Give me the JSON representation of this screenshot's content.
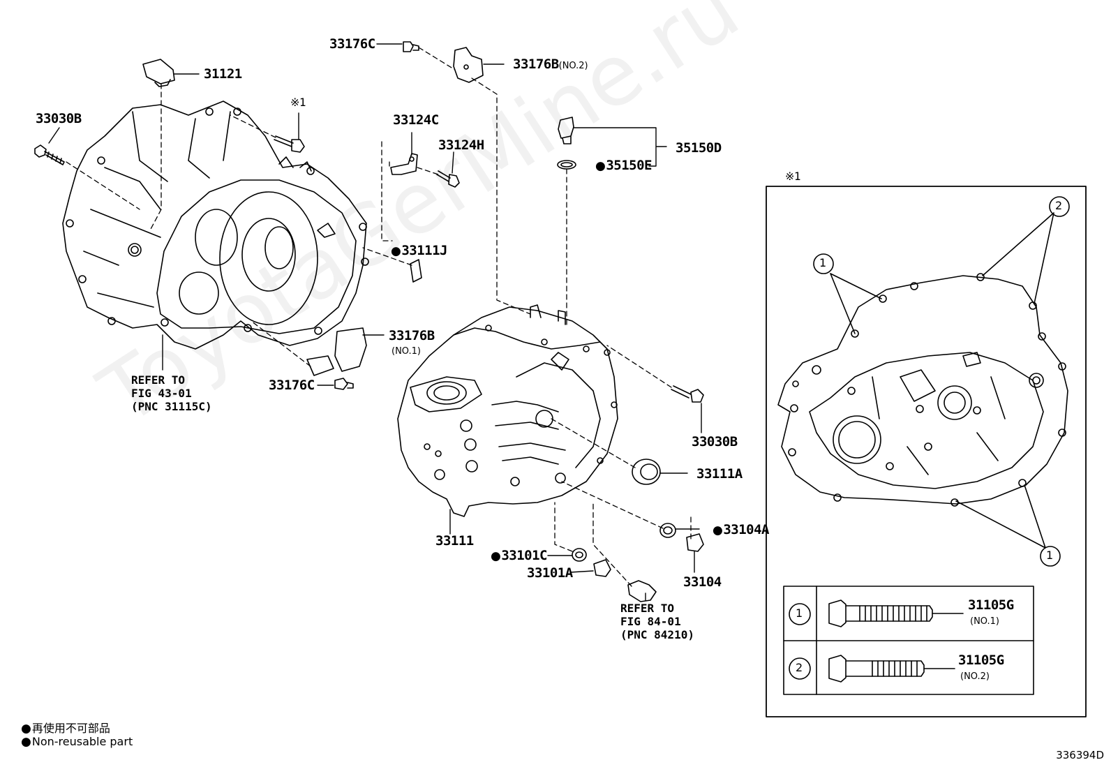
{
  "watermark": "ToyotaGerMine.ru",
  "doc_id": "336394D",
  "legend": {
    "jp": "再使用不可部品",
    "en": "Non-reusable part"
  },
  "parts": {
    "p33176C_top": "33176C",
    "p33176B_no2": "33176B",
    "p33176B_no2_sub": "(NO.2)",
    "p31121": "31121",
    "mark1": "※1",
    "p33030B_left": "33030B",
    "p33124C": "33124C",
    "p33124H": "33124H",
    "p35150D": "35150D",
    "p35150E": "35150E",
    "p33111J": "33111J",
    "p33176B_no1": "33176B",
    "p33176B_no1_sub": "(NO.1)",
    "p33176C_bottom": "33176C",
    "p33030B_right": "33030B",
    "p33111A": "33111A",
    "p33104A": "33104A",
    "p33111": "33111",
    "p33101C": "33101C",
    "p33101A": "33101A",
    "p33104": "33104"
  },
  "refs": {
    "ref1": [
      "REFER TO",
      "FIG 43-01",
      "(PNC 31115C)"
    ],
    "ref2": [
      "REFER TO",
      "FIG 84-01",
      "(PNC 84210)"
    ]
  },
  "inset": {
    "title": "※1",
    "callouts": [
      "1",
      "2"
    ],
    "table": [
      {
        "num": "1",
        "part": "31105G",
        "sub": "(NO.1)"
      },
      {
        "num": "2",
        "part": "31105G",
        "sub": "(NO.2)"
      }
    ]
  }
}
